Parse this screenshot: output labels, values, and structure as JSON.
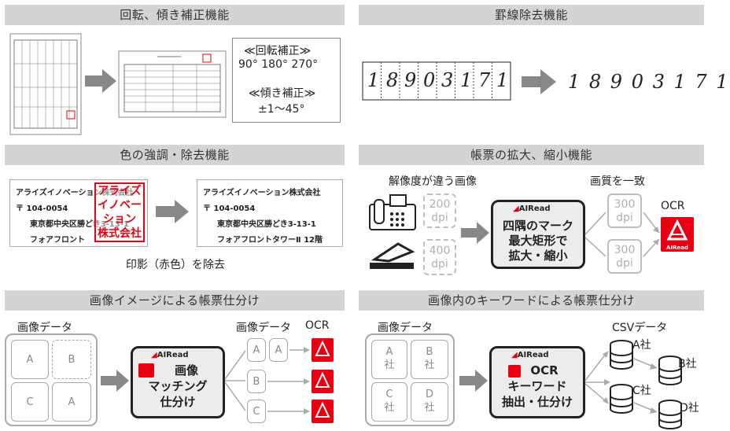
{
  "headers": {
    "rotation": "回転、傾き補正機能",
    "line_removal": "罫線除去機能",
    "color": "色の強調・除去機能",
    "scaling": "帳票の拡大、縮小機能",
    "image_sort": "画像イメージによる帳票仕分け",
    "keyword_sort": "画像内のキーワードによる帳票仕分け"
  },
  "rotation": {
    "rot_title": "≪回転補正≫",
    "rot_values": "90°  180°  270°",
    "tilt_title": "≪傾き補正≫",
    "tilt_values": "±1〜45°"
  },
  "line_removal": {
    "boxed_digits": [
      "1",
      "8",
      "9",
      "0",
      "3",
      "1",
      "7",
      "1"
    ],
    "clean_digits": "1 8 9 0 3 1 7 1"
  },
  "color": {
    "company": "アライズイノベーション株式会社",
    "zip": "〒 104-0054",
    "address": "東京都中央区勝どき3-13-1",
    "building": "フォアフロントタワーⅡ 12階",
    "building_short": "フォアフロント",
    "stamp_lines": [
      "アライズ",
      "イノベー",
      "ション",
      "株式会社"
    ],
    "caption": "印影（赤色）を除去"
  },
  "scaling": {
    "input_label": "解像度が違う画像",
    "dpi_200": "200",
    "dpi_400": "400",
    "dpi_unit": "dpi",
    "process_lines": [
      "四隅のマーク",
      "最大矩形で",
      "拡大・縮小"
    ],
    "quality_label": "画質を一致",
    "dpi_300": "300",
    "ocr_label": "OCR"
  },
  "image_sort": {
    "input_label": "画像データ",
    "tiles": [
      "A",
      "B",
      "C",
      "A"
    ],
    "process_lines": [
      "画像",
      "マッチング",
      "仕分け"
    ],
    "output_label": "画像データ",
    "ocr_label": "OCR",
    "out_a1": "A",
    "out_a2": "A",
    "out_b": "B",
    "out_c": "C"
  },
  "keyword_sort": {
    "input_label": "画像データ",
    "tiles": [
      {
        "l1": "A",
        "l2": "社"
      },
      {
        "l1": "B",
        "l2": "社"
      },
      {
        "l1": "C",
        "l2": "社"
      },
      {
        "l1": "D",
        "l2": "社"
      }
    ],
    "process_lines": [
      "OCR",
      "キーワード",
      "抽出・仕分け"
    ],
    "csv_label": "CSVデータ",
    "outputs": [
      "A社",
      "B社",
      "C社",
      "D社"
    ]
  },
  "brand": {
    "logo_text": "AIRead",
    "logo_small": "AIRead",
    "red": "#e60012"
  }
}
